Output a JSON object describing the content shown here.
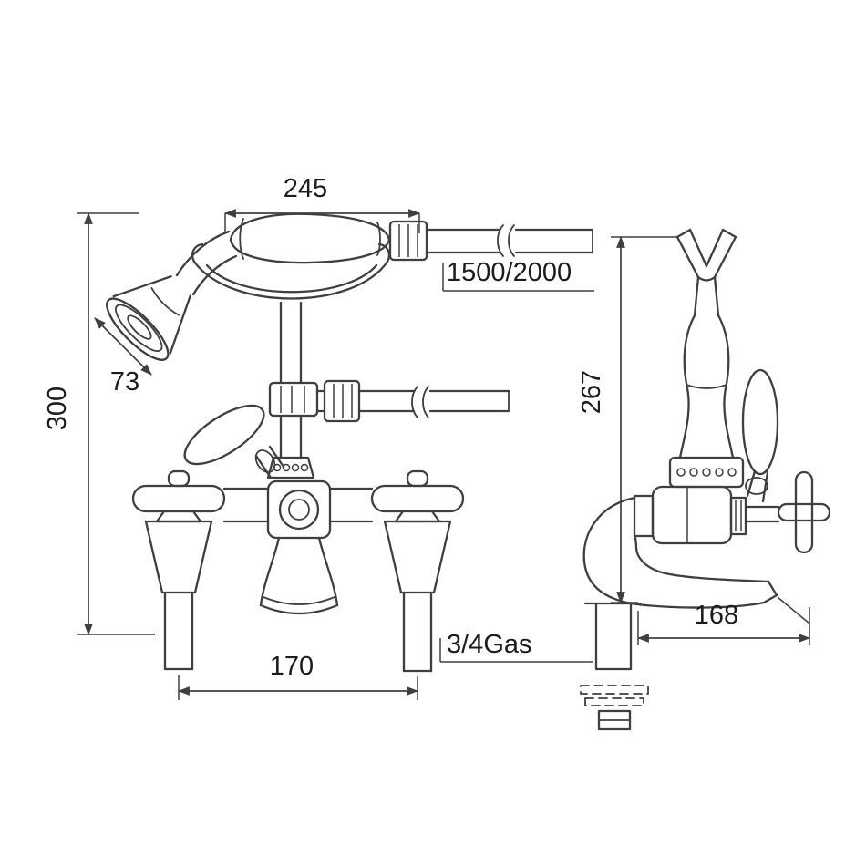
{
  "page": {
    "background": "#ffffff",
    "line_color": "#3f3f3f",
    "text_color": "#1c1c1c"
  },
  "diagram": {
    "front_view": {
      "handset_width": "245",
      "hose_length": "1500/2000",
      "head_diameter": "73",
      "overall_height": "300",
      "tap_centres": "170",
      "inlet_thread": "3/4Gas"
    },
    "side_view": {
      "overall_height": "267",
      "spout_projection": "168"
    }
  }
}
